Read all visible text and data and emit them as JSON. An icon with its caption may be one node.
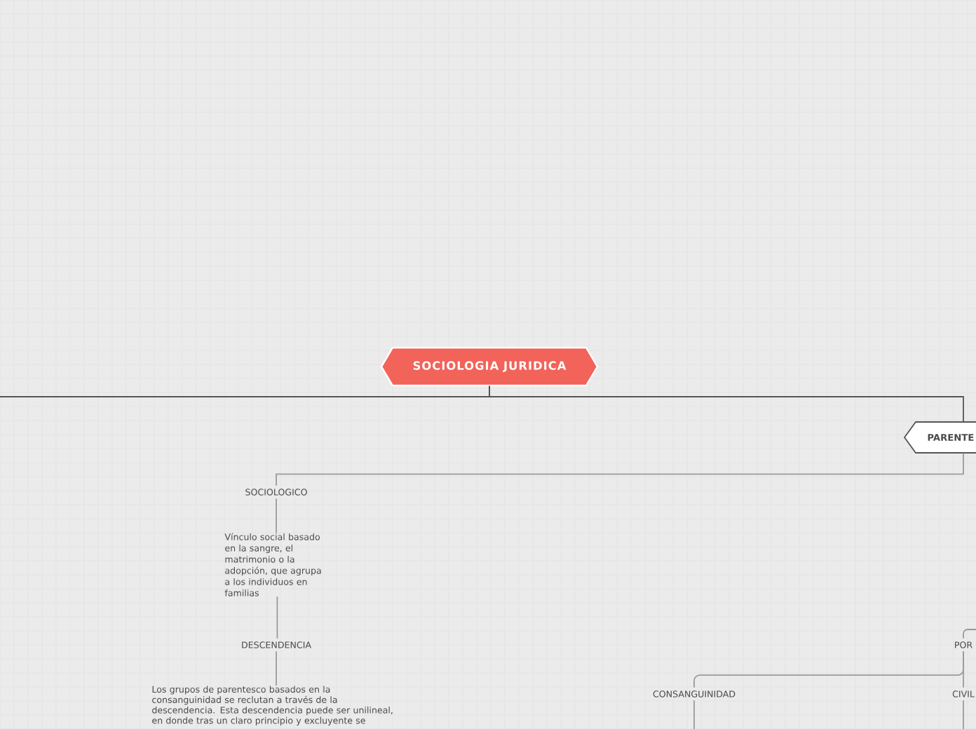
{
  "diagram": {
    "nodes": [
      {
        "text": [
          "SOCIOLOGIA JURIDICA"
        ]
      },
      {
        "text": [
          "PARENTE"
        ]
      },
      {
        "text": [
          "SOCIOLOGICO"
        ]
      },
      {
        "text": [
          "Vínculo social basado en la sangre, el matrimonio o la adopción, que agrupa a los individuos en familias"
        ]
      },
      {
        "text": [
          "DESCENDENCIA"
        ]
      },
      {
        "text": [
          "Los grupos de parentesco basados en la consanguinidad se reclutan a través de la descendencia. Esta descendencia puede ser unilineal, en donde tras un claro principio y excluyente se"
        ]
      },
      {
        "text": [
          "POR"
        ]
      },
      {
        "text": [
          "CONSANGUINIDAD"
        ]
      },
      {
        "text": [
          "CIVIL"
        ]
      }
    ],
    "edges": [
      {
        "from": 0,
        "to": null,
        "arrow": "none",
        "color": "#555555"
      },
      {
        "from": 0,
        "to": 1,
        "arrow": "none",
        "color": "#555555"
      },
      {
        "from": 1,
        "to": 2,
        "arrow": "none"
      },
      {
        "from": 2,
        "to": 3,
        "arrow": "none"
      },
      {
        "from": 3,
        "to": 4,
        "arrow": "none"
      },
      {
        "from": 4,
        "to": 5,
        "arrow": "none"
      },
      {
        "from": null,
        "to": 6,
        "arrow": "none"
      },
      {
        "from": 6,
        "to": 7,
        "arrow": "none"
      },
      {
        "from": 6,
        "to": 8,
        "arrow": "none"
      },
      {
        "from": 7,
        "to": null,
        "arrow": "none"
      },
      {
        "from": 8,
        "to": null,
        "arrow": "none"
      }
    ]
  }
}
